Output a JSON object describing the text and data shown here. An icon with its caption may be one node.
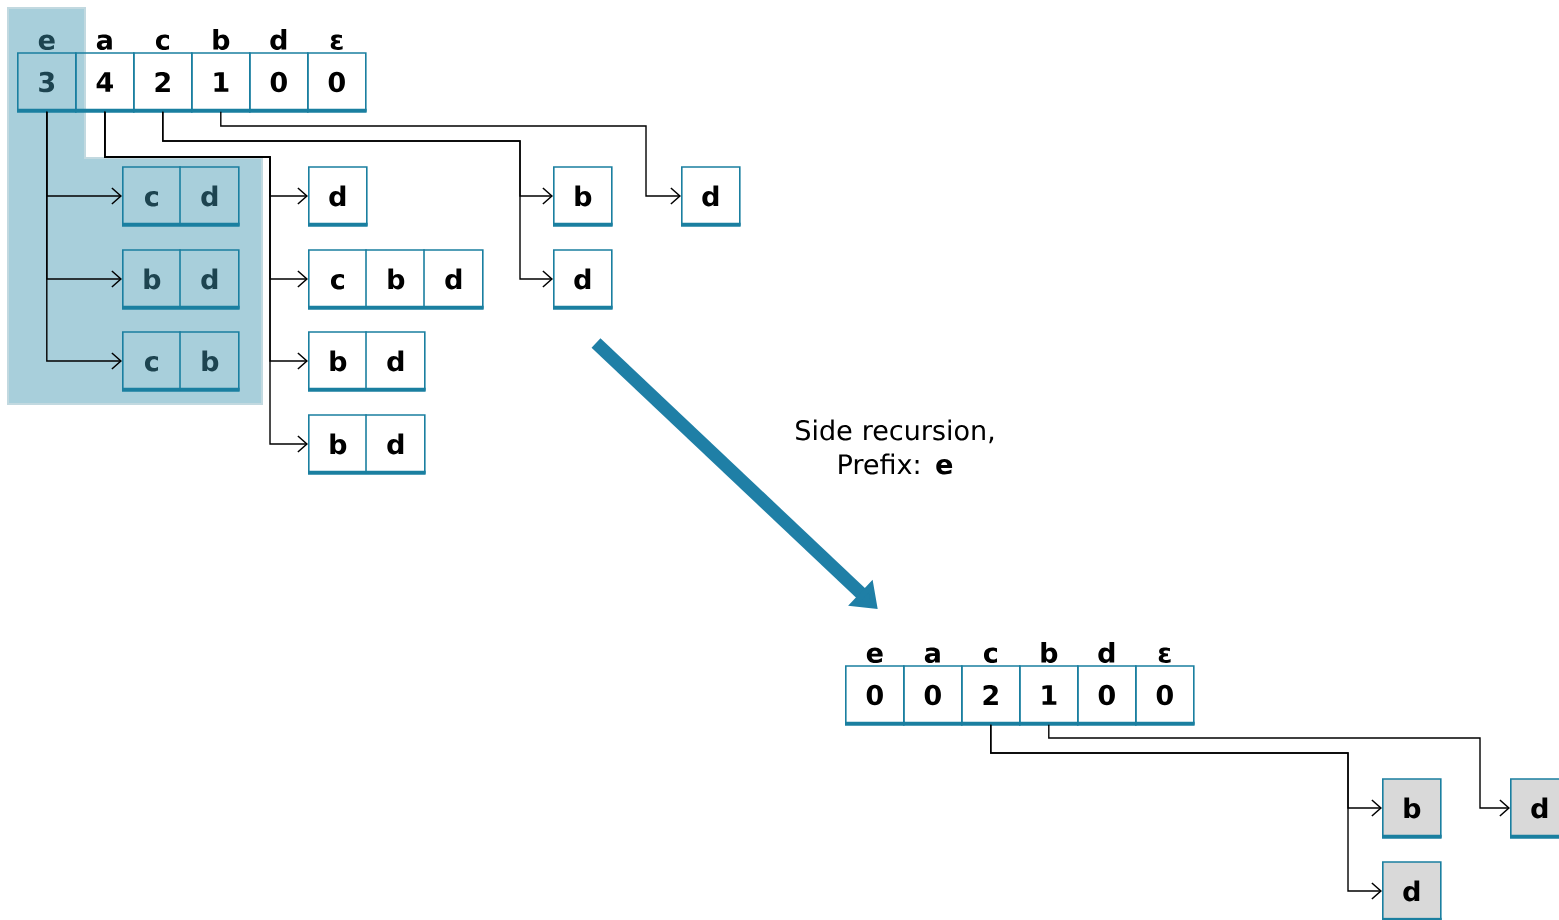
{
  "diagram": {
    "nodes": [
      {
        "text": [
          "e",
          "3"
        ]
      },
      {
        "text": [
          "a",
          "4"
        ]
      },
      {
        "text": [
          "c",
          "2"
        ]
      },
      {
        "text": [
          "b",
          "1"
        ]
      },
      {
        "text": [
          "d",
          "0"
        ]
      },
      {
        "text": [
          "ε",
          "0"
        ]
      },
      {
        "text": [
          "c",
          "d"
        ]
      },
      {
        "text": [
          "b",
          "d"
        ]
      },
      {
        "text": [
          "c",
          "b"
        ]
      },
      {
        "text": [
          "d"
        ]
      },
      {
        "text": [
          "c",
          "b",
          "d"
        ]
      },
      {
        "text": [
          "b",
          "d"
        ]
      },
      {
        "text": [
          "b",
          "d"
        ]
      },
      {
        "text": [
          "b"
        ]
      },
      {
        "text": [
          "d"
        ]
      },
      {
        "text": [
          "d"
        ]
      },
      {
        "text": [
          "e",
          "0"
        ]
      },
      {
        "text": [
          "a",
          "0"
        ]
      },
      {
        "text": [
          "c",
          "2"
        ]
      },
      {
        "text": [
          "b",
          "1"
        ]
      },
      {
        "text": [
          "d",
          "0"
        ]
      },
      {
        "text": [
          "ε",
          "0"
        ]
      },
      {
        "text": [
          "b"
        ]
      },
      {
        "text": [
          "d"
        ]
      },
      {
        "text": [
          "d"
        ]
      }
    ],
    "edges": [
      {
        "from": 0,
        "to": 6,
        "arrow": "to"
      },
      {
        "from": 0,
        "to": 7,
        "arrow": "to"
      },
      {
        "from": 0,
        "to": 8,
        "arrow": "to"
      },
      {
        "from": 1,
        "to": 9,
        "arrow": "to"
      },
      {
        "from": 1,
        "to": 10,
        "arrow": "to"
      },
      {
        "from": 1,
        "to": 11,
        "arrow": "to"
      },
      {
        "from": 1,
        "to": 12,
        "arrow": "to"
      },
      {
        "from": 2,
        "to": 13,
        "arrow": "to"
      },
      {
        "from": 2,
        "to": 14,
        "arrow": "to"
      },
      {
        "from": 3,
        "to": 15,
        "arrow": "to"
      },
      {
        "from": null,
        "to": 16,
        "arrow": "to",
        "label": "Side recursion, Prefix: **e**",
        "style": "thick",
        "color": "#1f7fa6"
      },
      {
        "from": 18,
        "to": 22,
        "arrow": "to"
      },
      {
        "from": 18,
        "to": 23,
        "arrow": "to"
      },
      {
        "from": 19,
        "to": 24,
        "arrow": "to"
      }
    ]
  }
}
